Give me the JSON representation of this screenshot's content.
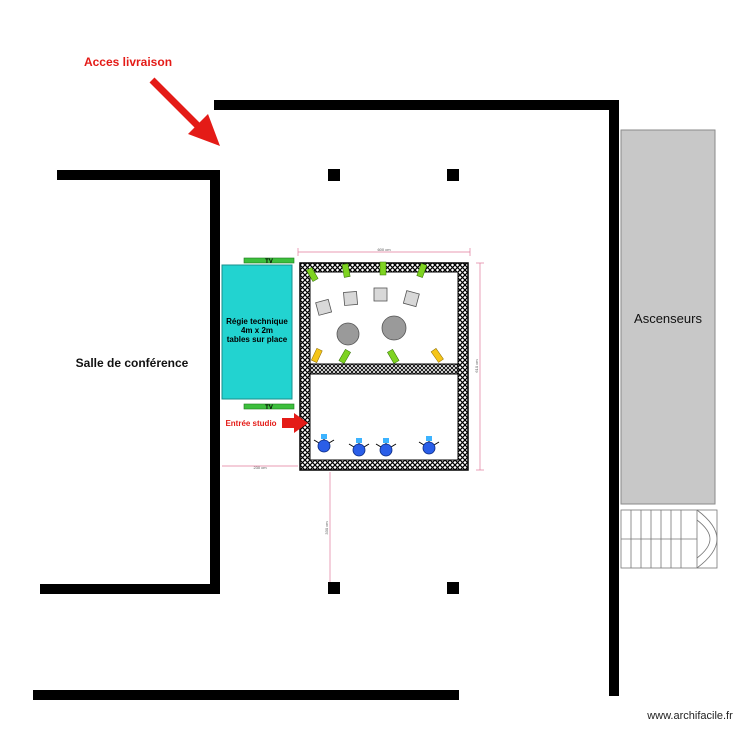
{
  "labels": {
    "delivery_access": "Acces livraison",
    "conference_room": "Salle de conférence",
    "elevators": "Ascenseurs",
    "control_room_line1": "Régie technique",
    "control_room_line2": "4m x 2m",
    "control_room_line3": "tables sur place",
    "studio_entrance": "Entrée studio",
    "tv": "TV",
    "watermark": "www.archifacile.fr"
  },
  "dimensions": {
    "studio_width": "600 cm",
    "studio_depth": "610 cm",
    "control_offset": "230 cm",
    "pillar_gap": "330 cm"
  },
  "colors": {
    "wall": "#000000",
    "accent_red": "#e41b17",
    "control_room": "#22d3d0",
    "tv": "#3dbf3d",
    "spotlight_green": "#7ed321",
    "spotlight_yellow": "#f5c518",
    "camera": "#2a5ee8",
    "elevator_block": "#c8c8c8",
    "dimension_line": "#e07a9a"
  }
}
